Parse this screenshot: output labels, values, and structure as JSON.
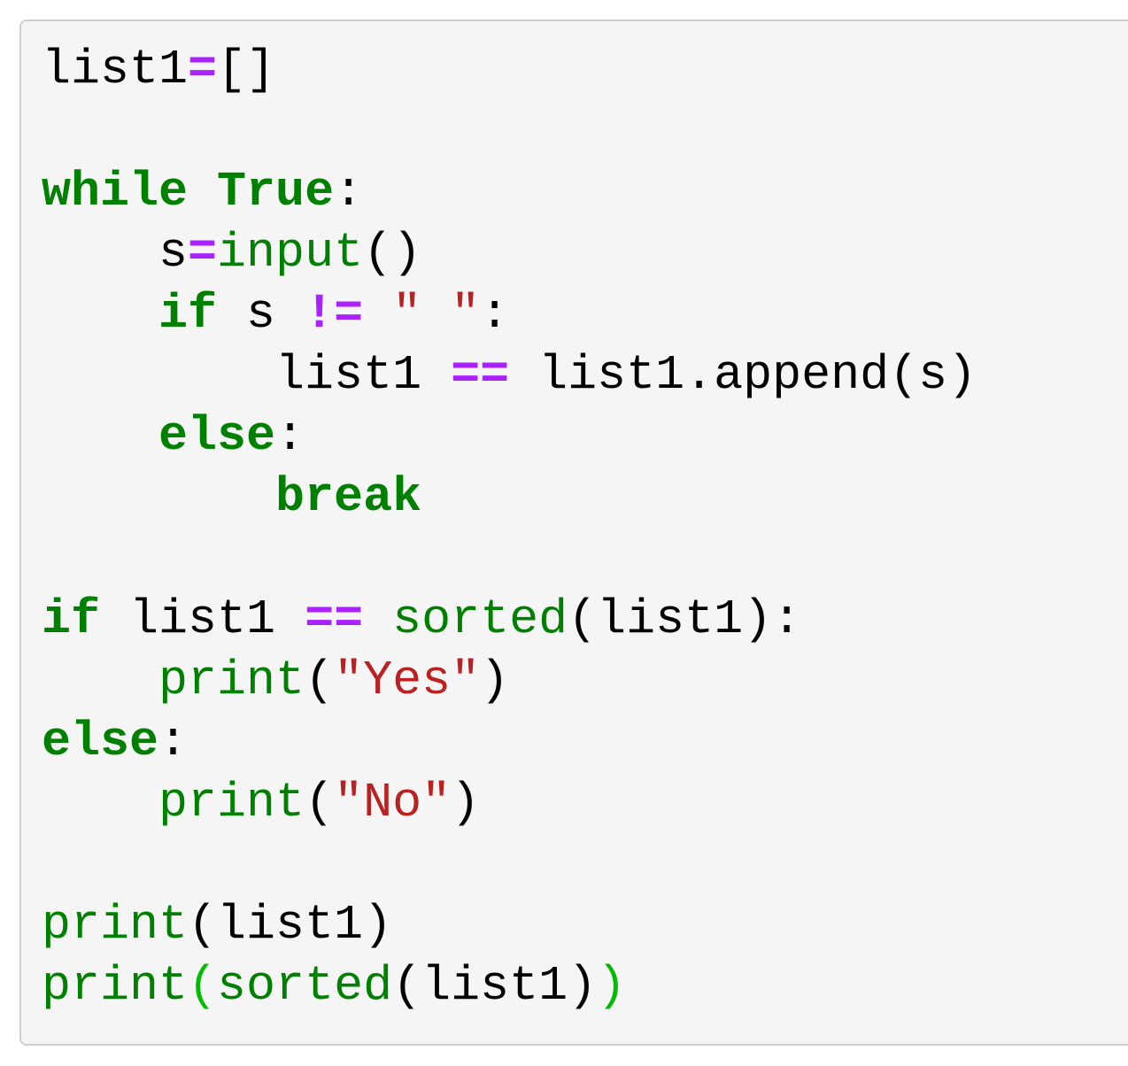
{
  "colors": {
    "page_background": "#ffffff",
    "cell_background": "#f5f5f5",
    "cell_border": "#cfcfcf",
    "default_text": "#000000",
    "keyword": "#008000",
    "builtin": "#008000",
    "operator": "#AA22FF",
    "string": "#BA2121",
    "matching_bracket": "#00BB00"
  },
  "code": {
    "lines": [
      [
        [
          "txt",
          "list1"
        ],
        [
          "op",
          "="
        ],
        [
          "txt",
          "[]"
        ]
      ],
      [],
      [
        [
          "kw",
          "while"
        ],
        [
          "txt",
          " "
        ],
        [
          "kw",
          "True"
        ],
        [
          "txt",
          ":"
        ]
      ],
      [
        [
          "txt",
          "    s"
        ],
        [
          "op",
          "="
        ],
        [
          "bi",
          "input"
        ],
        [
          "txt",
          "()"
        ]
      ],
      [
        [
          "txt",
          "    "
        ],
        [
          "kw",
          "if"
        ],
        [
          "txt",
          " s "
        ],
        [
          "op",
          "!="
        ],
        [
          "txt",
          " "
        ],
        [
          "str",
          "\" \""
        ],
        [
          "txt",
          ":"
        ]
      ],
      [
        [
          "txt",
          "        list1 "
        ],
        [
          "op",
          "=="
        ],
        [
          "txt",
          " list1.append(s)"
        ]
      ],
      [
        [
          "txt",
          "    "
        ],
        [
          "kw",
          "else"
        ],
        [
          "txt",
          ":"
        ]
      ],
      [
        [
          "txt",
          "        "
        ],
        [
          "kw",
          "break"
        ]
      ],
      [],
      [
        [
          "kw",
          "if"
        ],
        [
          "txt",
          " list1 "
        ],
        [
          "op",
          "=="
        ],
        [
          "txt",
          " "
        ],
        [
          "bi",
          "sorted"
        ],
        [
          "txt",
          "(list1):"
        ]
      ],
      [
        [
          "txt",
          "    "
        ],
        [
          "bi",
          "print"
        ],
        [
          "txt",
          "("
        ],
        [
          "str",
          "\"Yes\""
        ],
        [
          "txt",
          ")"
        ]
      ],
      [
        [
          "kw",
          "else"
        ],
        [
          "txt",
          ":"
        ]
      ],
      [
        [
          "txt",
          "    "
        ],
        [
          "bi",
          "print"
        ],
        [
          "txt",
          "("
        ],
        [
          "str",
          "\"No\""
        ],
        [
          "txt",
          ")"
        ]
      ],
      [],
      [
        [
          "bi",
          "print"
        ],
        [
          "txt",
          "(list1)"
        ]
      ],
      [
        [
          "bi",
          "print"
        ],
        [
          "mb",
          "("
        ],
        [
          "bi",
          "sorted"
        ],
        [
          "txt",
          "(list1)"
        ],
        [
          "mb",
          ")"
        ]
      ]
    ]
  }
}
